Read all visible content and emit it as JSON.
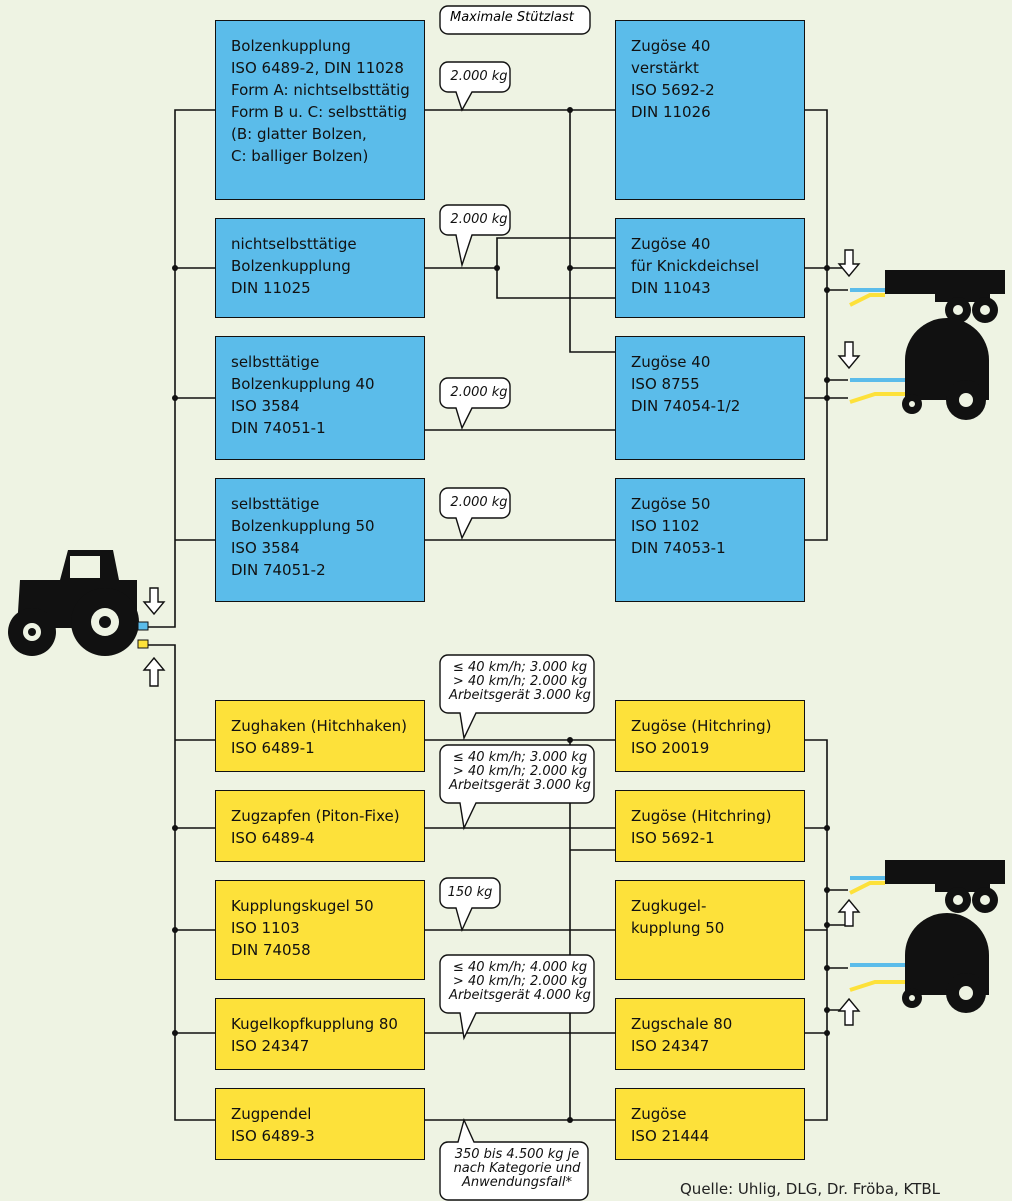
{
  "header": {
    "max_load_label": "Maximale Stützlast"
  },
  "blue_left": [
    {
      "lines": [
        "Bolzenkupplung",
        "ISO 6489-2, DIN 11028",
        "Form A: nichtselbsttätig",
        "Form B u. C: selbsttätig",
        "(B: glatter Bolzen,",
        "C: balliger Bolzen)"
      ]
    },
    {
      "lines": [
        "nichtselbsttätige",
        "Bolzenkupplung",
        "DIN 11025"
      ]
    },
    {
      "lines": [
        "selbsttätige",
        "Bolzenkupplung 40",
        "ISO 3584",
        "DIN 74051-1"
      ]
    },
    {
      "lines": [
        "selbsttätige",
        "Bolzenkupplung 50",
        "ISO 3584",
        "DIN 74051-2"
      ]
    }
  ],
  "blue_right": [
    {
      "lines": [
        "Zugöse 40",
        "verstärkt",
        "ISO 5692-2",
        "DIN 11026"
      ]
    },
    {
      "lines": [
        "Zugöse 40",
        "für Knickdeichsel",
        "DIN 11043"
      ]
    },
    {
      "lines": [
        "Zugöse 40",
        "ISO 8755",
        "DIN 74054-1/2"
      ]
    },
    {
      "lines": [
        "Zugöse 50",
        "ISO 1102",
        "DIN 74053-1"
      ]
    }
  ],
  "blue_loads": [
    "2.000 kg",
    "2.000 kg",
    "2.000 kg",
    "2.000 kg"
  ],
  "yellow_left": [
    {
      "lines": [
        "Zughaken (Hitchhaken)",
        "ISO 6489-1"
      ]
    },
    {
      "lines": [
        "Zugzapfen (Piton-Fixe)",
        "ISO 6489-4"
      ]
    },
    {
      "lines": [
        "Kupplungskugel 50",
        "ISO 1103",
        "DIN 74058"
      ]
    },
    {
      "lines": [
        "Kugelkopfkupplung 80",
        "ISO 24347"
      ]
    },
    {
      "lines": [
        "Zugpendel",
        "ISO 6489-3"
      ]
    }
  ],
  "yellow_right": [
    {
      "lines": [
        "Zugöse (Hitchring)",
        "ISO 20019"
      ]
    },
    {
      "lines": [
        "Zugöse (Hitchring)",
        "ISO 5692-1"
      ]
    },
    {
      "lines": [
        "Zugkugel-",
        "kupplung 50"
      ]
    },
    {
      "lines": [
        "Zugschale 80",
        "ISO 24347"
      ]
    },
    {
      "lines": [
        "Zugöse",
        "ISO 21444"
      ]
    }
  ],
  "yellow_loads": [
    [
      "≤ 40 km/h; 3.000 kg",
      "> 40 km/h; 2.000 kg",
      "Arbeitsgerät 3.000 kg"
    ],
    [
      "≤ 40 km/h; 3.000 kg",
      "> 40 km/h; 2.000 kg",
      "Arbeitsgerät 3.000 kg"
    ],
    [
      "150 kg"
    ],
    [
      "≤ 40 km/h; 4.000 kg",
      "> 40 km/h; 2.000 kg",
      "Arbeitsgerät 4.000 kg"
    ],
    [
      "350 bis 4.500 kg je",
      "nach Kategorie und",
      "Anwendungsfall*"
    ]
  ],
  "source": "Quelle: Uhlig, DLG, Dr. Fröba, KTBL",
  "colors": {
    "blue": "#5bbcea",
    "yellow": "#fde13a",
    "background": "#eef3e3"
  },
  "icons": [
    "tractor-icon",
    "trailer-icon",
    "round-baler-icon",
    "arrow-down-icon",
    "arrow-up-icon"
  ]
}
